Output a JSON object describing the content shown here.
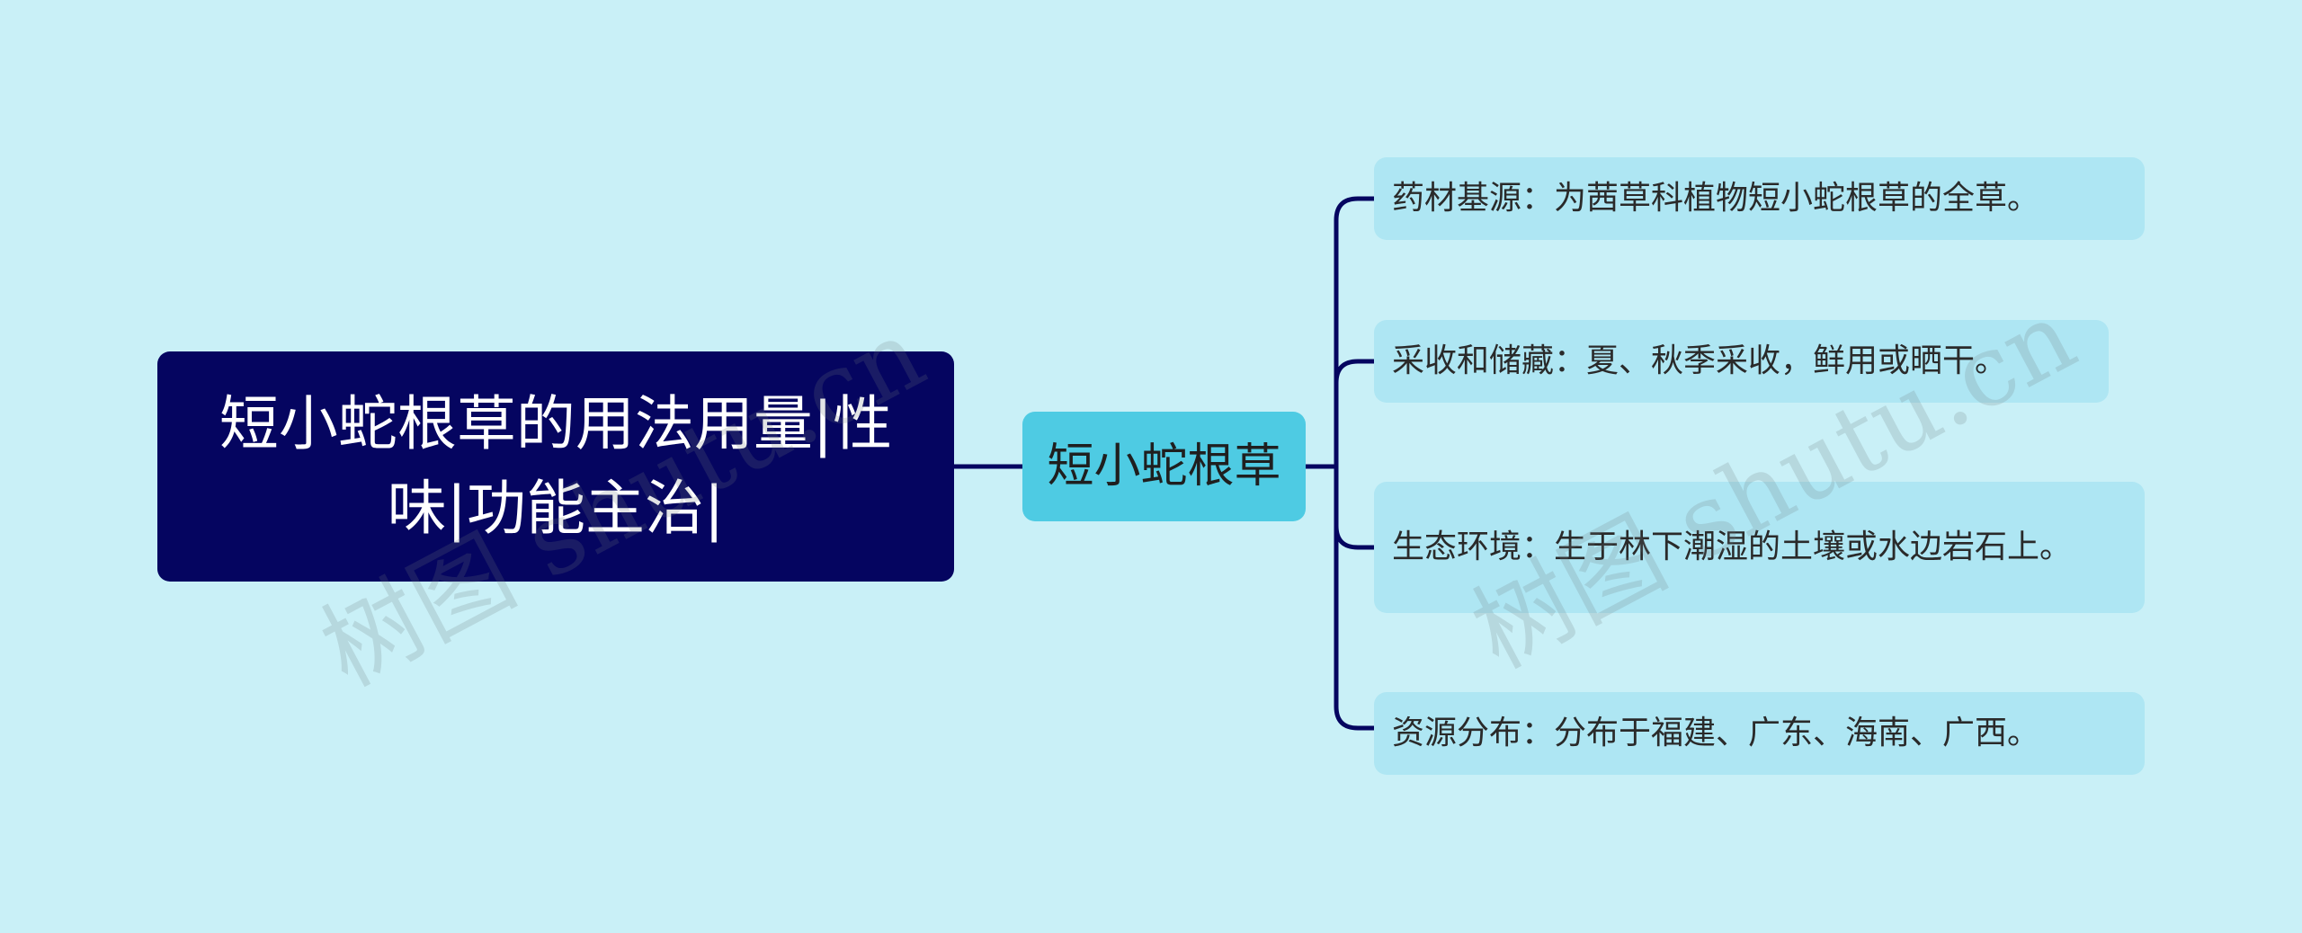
{
  "root": {
    "title": "短小蛇根草的用法用量|性味|功能主治|"
  },
  "center": {
    "label": "短小蛇根草"
  },
  "leaves": [
    {
      "text": "药材基源：为茜草科植物短小蛇根草的全草。"
    },
    {
      "text": "采收和储藏：夏、秋季采收，鲜用或晒干。"
    },
    {
      "text": "生态环境：生于林下潮湿的土壤或水边岩石上。"
    },
    {
      "text": "资源分布：分布于福建、广东、海南、广西。"
    }
  ],
  "watermark": {
    "text": "树图 shutu.cn"
  },
  "colors": {
    "background": "#c9f0f7",
    "root_fill": "#050560",
    "center_fill": "#4ecbe3",
    "leaf_fill": "#aee6f3",
    "connector": "#050560"
  }
}
